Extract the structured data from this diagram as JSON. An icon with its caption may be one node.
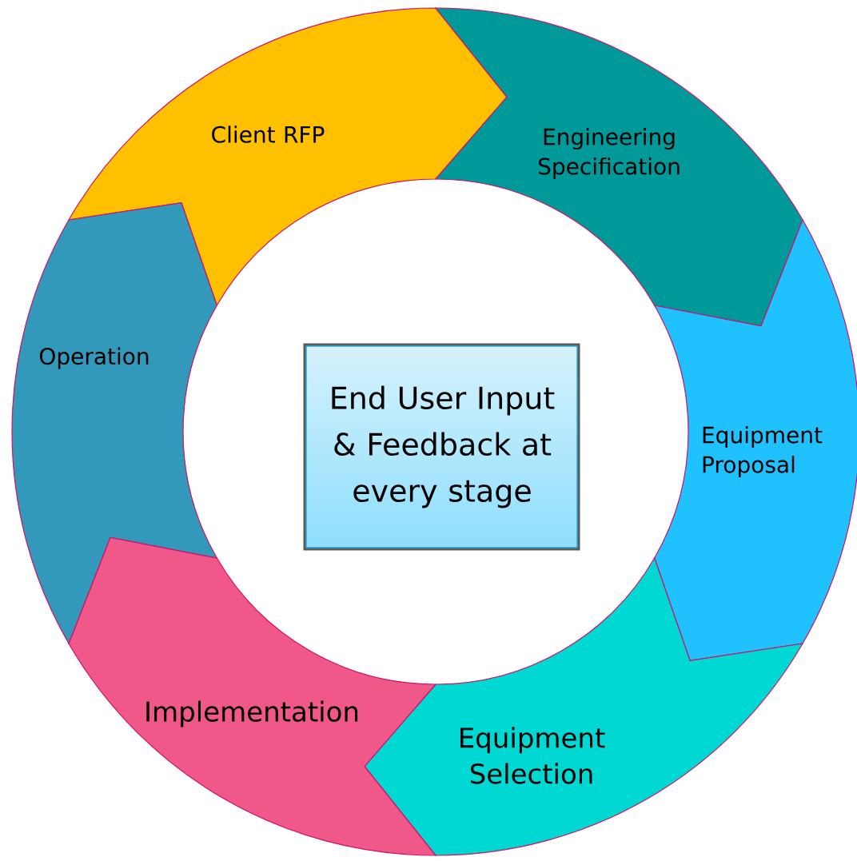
{
  "diagram": {
    "nodes": [
      {
        "text": [
          "Client RFP"
        ]
      },
      {
        "text": [
          "Engineering Specification"
        ]
      },
      {
        "text": [
          "Equipment Proposal"
        ]
      },
      {
        "text": [
          "Equipment Selection"
        ]
      },
      {
        "text": [
          "Implementation"
        ]
      },
      {
        "text": [
          "Operation"
        ]
      },
      {
        "text": [
          "End User Input & Feedback at every stage"
        ]
      }
    ]
  }
}
